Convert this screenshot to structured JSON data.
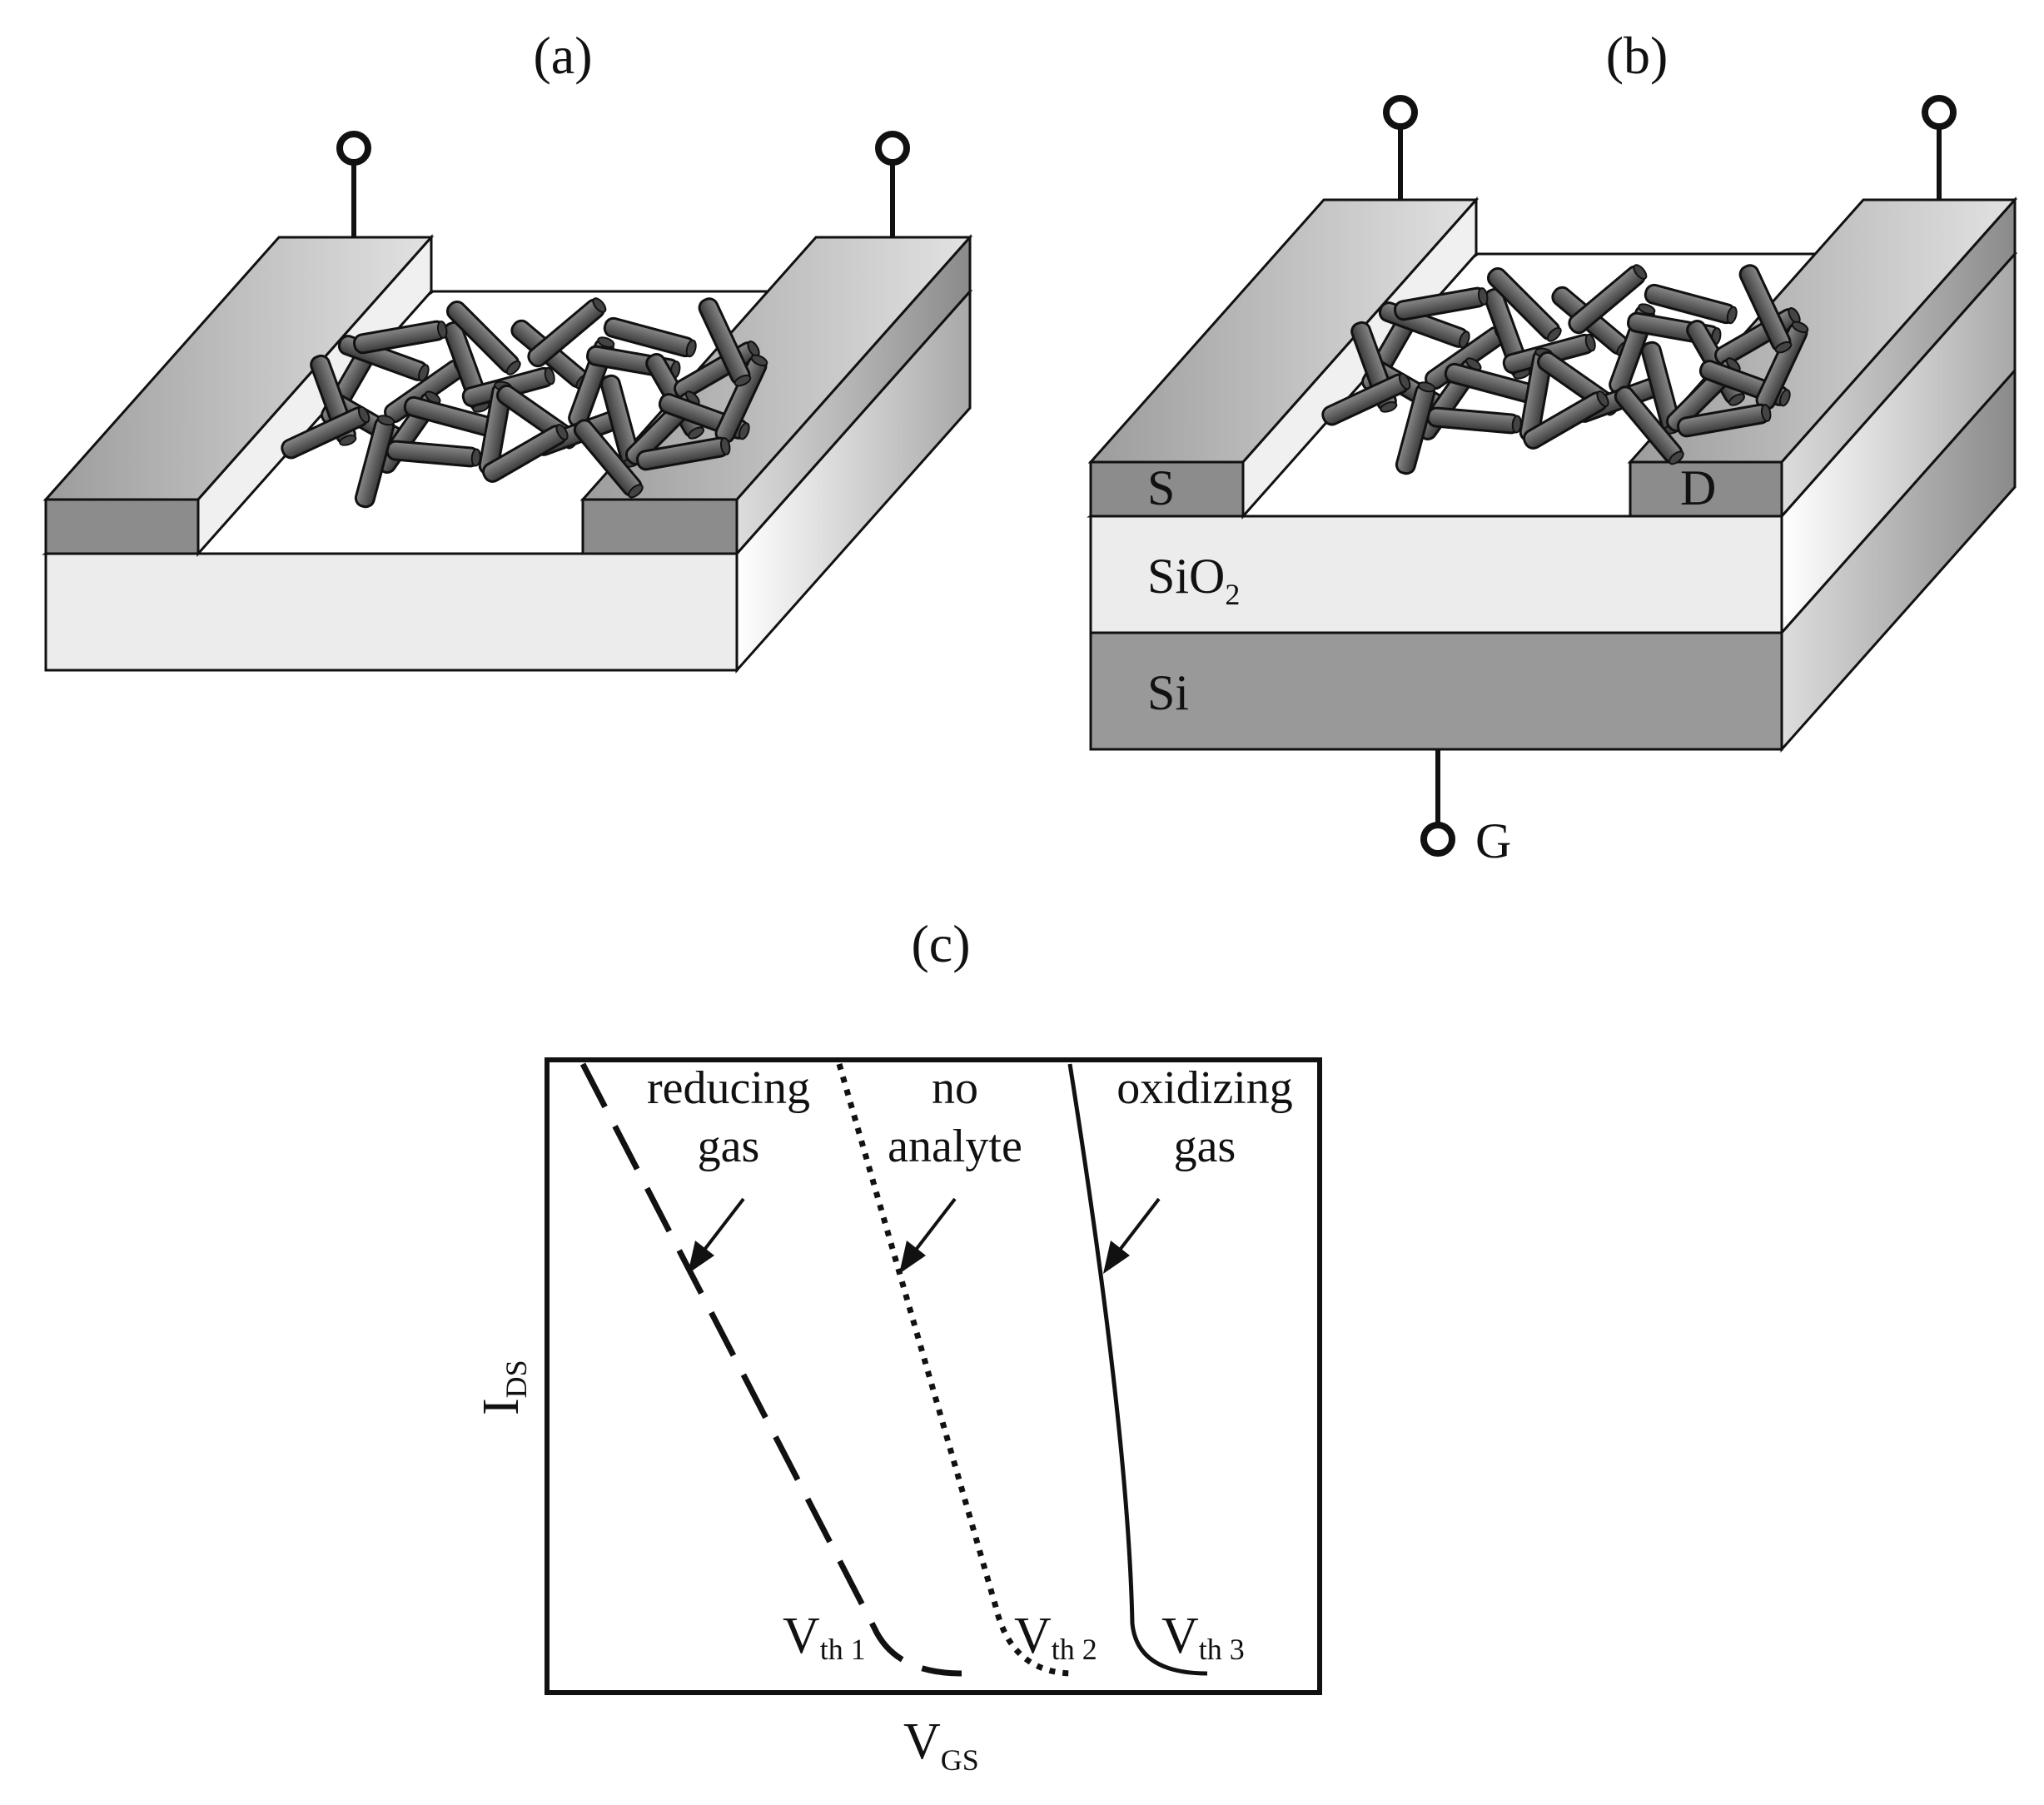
{
  "panels": {
    "a": {
      "label": "(a)"
    },
    "b": {
      "label": "(b)",
      "source_label": "S",
      "drain_label": "D",
      "oxide_label": "SiO",
      "oxide_subscript": "2",
      "substrate_label": "Si",
      "gate_label": "G"
    },
    "c": {
      "label": "(c)",
      "y_axis_label": "I",
      "y_axis_subscript": "DS",
      "x_axis_label": "V",
      "x_axis_subscript": "GS",
      "curves": [
        {
          "line1": "reducing",
          "line2": "gas",
          "threshold": "V",
          "threshold_sub": "th 1",
          "style": "dashed"
        },
        {
          "line1": "no",
          "line2": "analyte",
          "threshold": "V",
          "threshold_sub": "th 2",
          "style": "dotted"
        },
        {
          "line1": "oxidizing",
          "line2": "gas",
          "threshold": "V",
          "threshold_sub": "th 3",
          "style": "solid"
        }
      ]
    }
  },
  "colors": {
    "electrode_top": "#b8b8b8",
    "electrode_front": "#8c8c8c",
    "oxide": "#ececec",
    "substrate": "#999999",
    "nanotube": "#5a5a5a",
    "outline": "#111111"
  }
}
